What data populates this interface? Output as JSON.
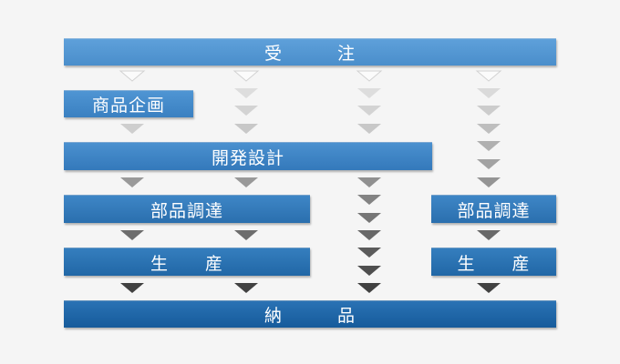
{
  "boxes": {
    "order": "受　　　注",
    "product_planning": "商品企画",
    "development_design": "開発設計",
    "parts_procurement_main": "部品調達",
    "parts_procurement_side": "部品調達",
    "production_main": "生　　産",
    "production_side": "生　　産",
    "delivery": "納　　　品"
  },
  "colors": {
    "order": "#4f93d0",
    "product_planning": "#3f86c6",
    "development_design": "#3a82c2",
    "parts_procurement": "#2f76b7",
    "production": "#276ead",
    "delivery": "#1b61a2"
  }
}
